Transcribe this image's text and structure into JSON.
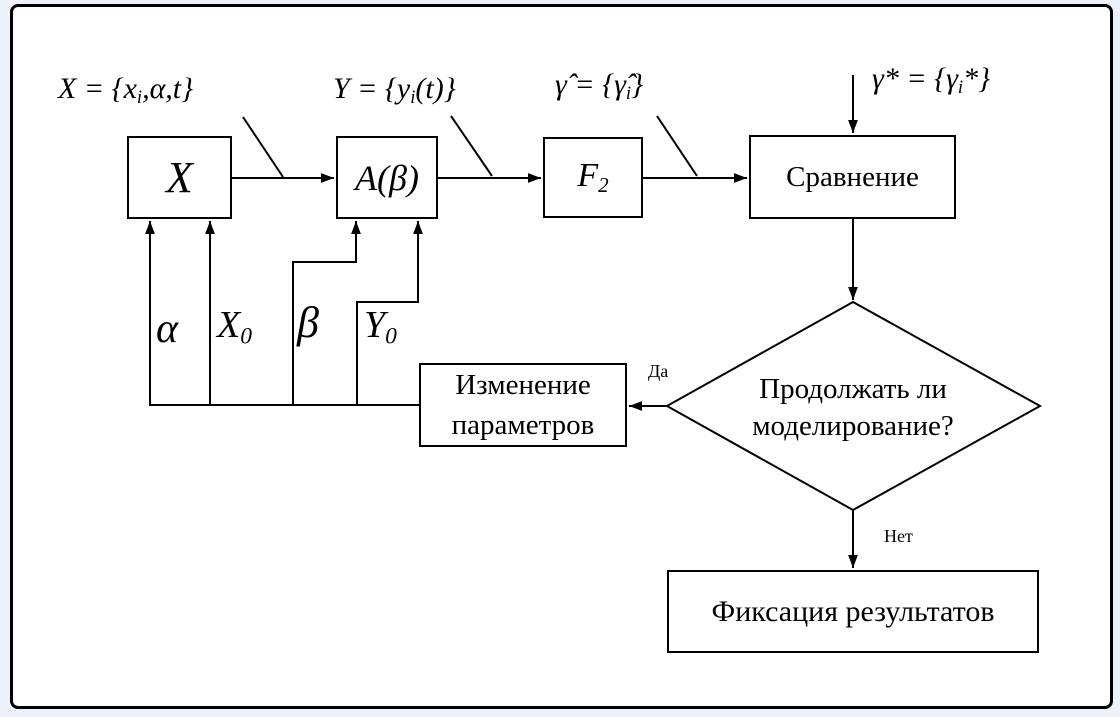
{
  "colors": {
    "ink": "#000000",
    "canvas": "#ffffff",
    "page_background": "#edf1f9"
  },
  "diagram": {
    "top_labels": {
      "x_def": [
        {
          "t": "X = {x"
        },
        {
          "t": "i",
          "s": "sub"
        },
        {
          "t": ",α,t}"
        }
      ],
      "y_def": [
        {
          "t": "Y = {y"
        },
        {
          "t": "i",
          "s": "sub"
        },
        {
          "t": "(t)}"
        }
      ],
      "gamma_hat_def": [
        {
          "t": "γ̂ = {γ̂"
        },
        {
          "t": "i",
          "s": "sub"
        },
        {
          "t": "}"
        }
      ],
      "gamma_star_def": [
        {
          "t": "γ* = {γ"
        },
        {
          "t": "i",
          "s": "sub"
        },
        {
          "t": "*}"
        }
      ]
    },
    "nodes": {
      "source_block_label": "X",
      "model_block_label": "A(β)",
      "f2_block_label": [
        {
          "t": "F"
        },
        {
          "t": "2",
          "s": "sub"
        }
      ],
      "compare_block_label": "Сравнение",
      "change_block_line1": "Изменение",
      "change_block_line2": "параметров",
      "decision_line1": "Продолжать ли",
      "decision_line2": "моделирование?",
      "fix_block_label": "Фиксация результатов"
    },
    "feedback_labels": {
      "alpha": "α",
      "x0": [
        {
          "t": "X"
        },
        {
          "t": "0",
          "s": "sub"
        }
      ],
      "beta": "β",
      "y0": [
        {
          "t": "Y"
        },
        {
          "t": "0",
          "s": "sub"
        }
      ]
    },
    "branch_labels": {
      "yes": "Да",
      "no": "Нет"
    }
  }
}
